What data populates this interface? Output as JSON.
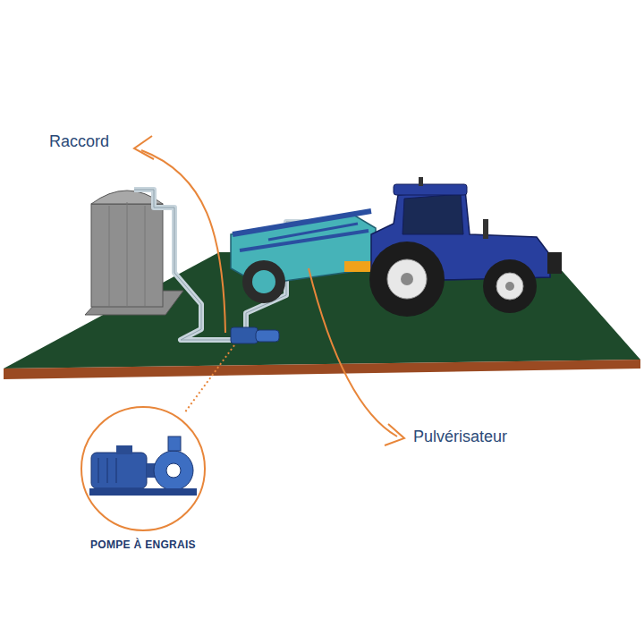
{
  "diagram": {
    "nodes": [
      {
        "text": [
          "POMPE À ENGRAIS"
        ]
      }
    ],
    "labels": [
      "Raccord",
      "Pulvérisateur"
    ]
  }
}
